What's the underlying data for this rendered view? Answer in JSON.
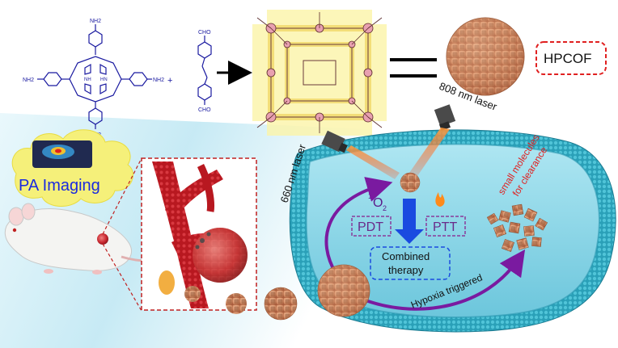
{
  "reactants": {
    "porphyrin_amine_labels": [
      "NH2",
      "NH2",
      "NH2",
      "NH2"
    ],
    "porphyrin_core_labels": [
      "NH",
      "HN"
    ],
    "plus_sign": "+",
    "aldehyde_labels": [
      "CHO",
      "CHO"
    ]
  },
  "labels": {
    "hpcof": "HPCOF",
    "laser_808": "808 nm laser",
    "laser_660": "660 nm laser",
    "pa_imaging": "PA Imaging",
    "singlet_oxygen_base": "O",
    "singlet_oxygen_sup": "1",
    "singlet_oxygen_sub": "2",
    "pdt": "PDT",
    "ptt": "PTT",
    "combined_line1": "Combined",
    "combined_line2": "therapy",
    "small_molecules_line1": "small molecules",
    "small_molecules_line2": "for clearance",
    "hypoxia": "Hypoxia triggered"
  },
  "colors": {
    "structure_blue": "#1a1aa0",
    "hpcof_red": "#e02020",
    "dashed_purple": "#8a3a9a",
    "dashed_blue": "#1a4ae0",
    "arrow_purple": "#7a1aa0",
    "cell_fill": "#7fd3e6",
    "cloud_yellow": "#f5f07a",
    "vessel_red": "#c8202a",
    "cof_tan": "#e0a078",
    "laser_orange": "#ff6a2a"
  }
}
